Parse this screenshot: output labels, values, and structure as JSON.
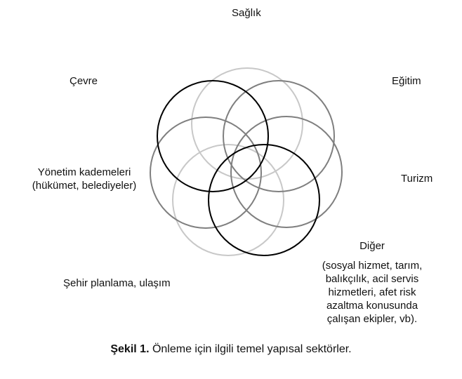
{
  "sectors": {
    "saglik": "Sağlık",
    "egitim": "Eğitim",
    "cevre": "Çevre",
    "turizm": "Turizm",
    "yonetim_line1": "Yönetim kademeleri",
    "yonetim_line2": "(hükümet, belediyeler)",
    "sehir": "Şehir planlama, ulaşım",
    "diger_title": "Diğer",
    "diger_lines": [
      "(sosyal hizmet, tarım,",
      "balıkçılık, acil servis",
      "hizmetleri, afet risk",
      "azaltma konusunda",
      "çalışan ekipler, vb)."
    ]
  },
  "caption": {
    "label": "Şekil 1.",
    "text": " Önleme için ilgili temel yapısal sektörler."
  },
  "circle_colors": {
    "dark": "#000000",
    "medium": "#7f7f7f",
    "light": "#c8c8c8"
  }
}
